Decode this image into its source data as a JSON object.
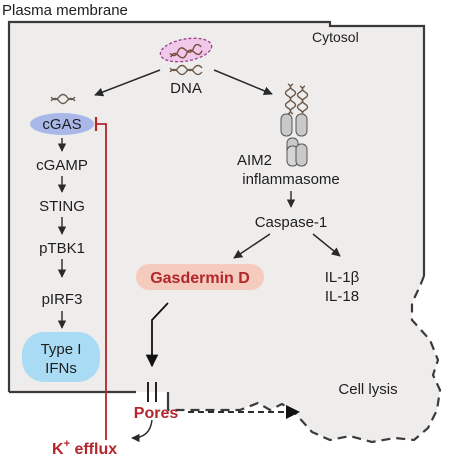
{
  "membrane_label": "Plasma membrane",
  "compartment_label": "Cytosol",
  "dna_label": "DNA",
  "cgas_pathway": [
    "cGAS",
    "cGAMP",
    "STING",
    "pTBK1",
    "pIRF3"
  ],
  "type1_ifns": [
    "Type I",
    "IFNs"
  ],
  "aim2": [
    "AIM2",
    "inflammasome"
  ],
  "caspase": "Caspase-1",
  "gasdermin": "Gasdermin D",
  "cytokines": [
    "IL-1β",
    "IL-18"
  ],
  "pores": "Pores",
  "k_efflux": {
    "base": "K",
    "sup": "+",
    "rest": " efflux"
  },
  "cell_lysis": "Cell lysis",
  "colors": {
    "cell_fill": "#efedec",
    "highlight_red": "#b3262b",
    "cgas_bubble": "#a9b8e8",
    "ifn_bubble": "#a9dcf4",
    "gasdermin_bubble": "#f4cbbd",
    "dna_bubble": "#f0c8ea"
  }
}
